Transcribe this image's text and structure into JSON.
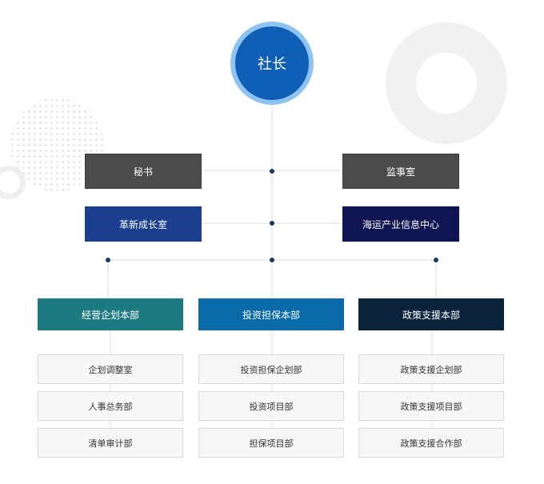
{
  "ceo": {
    "label": "社长"
  },
  "staff": {
    "left": [
      {
        "label": "秘书",
        "color": "#4b4b4b"
      },
      {
        "label": "革新成长室",
        "color": "#1b3f8e"
      }
    ],
    "right": [
      {
        "label": "监事室",
        "color": "#4b4b4b"
      },
      {
        "label": "海运产业信息中心",
        "color": "#0f1552"
      }
    ]
  },
  "divisions": [
    {
      "label": "经营企划本部",
      "color": "#1d7a80",
      "departments": [
        "企划调整室",
        "人事总务部",
        "清单审计部"
      ]
    },
    {
      "label": "投资担保本部",
      "color": "#0a6aa7",
      "departments": [
        "投资担保企划部",
        "投资项目部",
        "担保项目部"
      ]
    },
    {
      "label": "政策支援本部",
      "color": "#0b223b",
      "departments": [
        "政策支援企划部",
        "政策支援项目部",
        "政策支援合作部"
      ]
    }
  ],
  "colors": {
    "line": "#dcdcdc",
    "dot": "#1b3a63",
    "ceo_ring": "#8ec3f2",
    "ceo_fill": "#0f5fb7"
  }
}
